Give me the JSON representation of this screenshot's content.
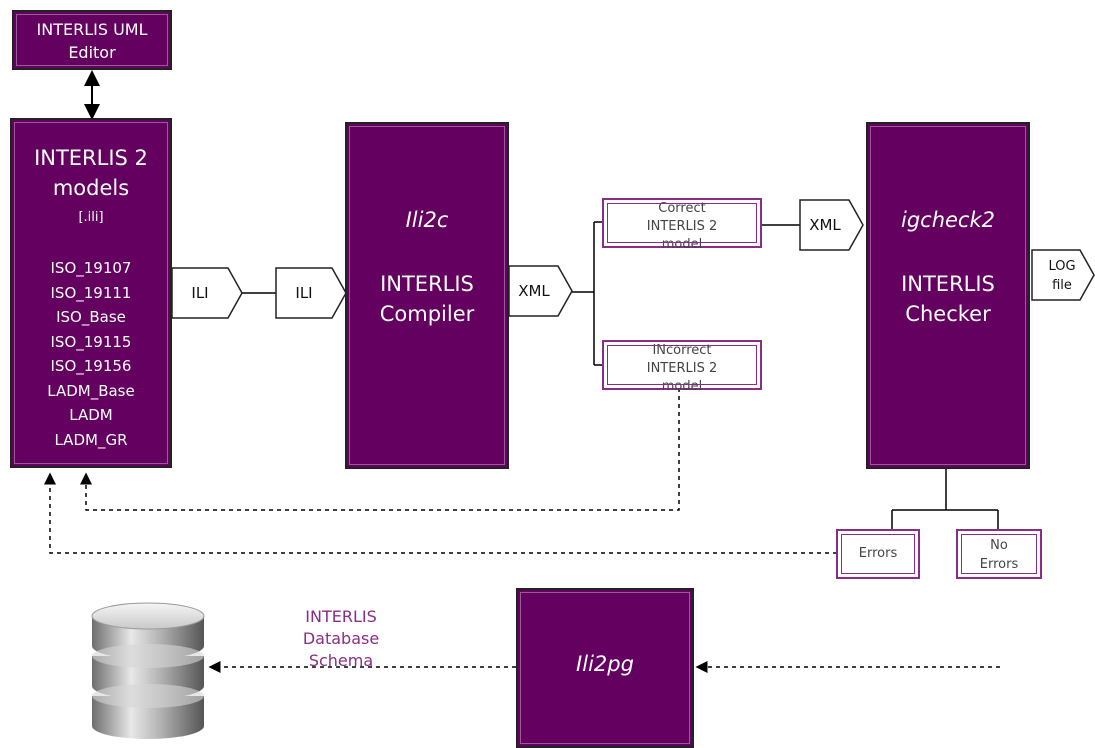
{
  "uml_editor": {
    "line1": "INTERLIS UML",
    "line2": "Editor"
  },
  "models_box": {
    "title1": "INTERLIS 2",
    "title2": "models",
    "ext": "[.ili]",
    "items": [
      "ISO_19107",
      "ISO_19111",
      "ISO_Base",
      "ISO_19115",
      "ISO_19156",
      "LADM_Base",
      "LADM",
      "LADM_GR"
    ]
  },
  "compiler_box": {
    "tool": "Ili2c",
    "line1": "INTERLIS",
    "line2": "Compiler"
  },
  "checker_box": {
    "tool": "igcheck2",
    "line1": "INTERLIS",
    "line2": "Checker"
  },
  "ili2pg_box": {
    "tool": "Ili2pg"
  },
  "tags": {
    "ili_out": "ILI",
    "ili_in": "ILI",
    "xml_out": "XML",
    "xml_in": "XML",
    "log1": "LOG",
    "log2": "file"
  },
  "results": {
    "correct": [
      "Correct",
      "INTERLIS 2",
      "model"
    ],
    "incorrect": [
      "INcorrect",
      "INTERLIS 2",
      "model"
    ],
    "errors": "Errors",
    "no_errors": [
      "No",
      "Errors"
    ]
  },
  "db_schema": [
    "INTERLIS",
    "Database",
    "Schema"
  ],
  "colors": {
    "box_fill": "#64005f",
    "accent": "#8a2d86",
    "schema_text": "#8a2d86"
  },
  "icons": {
    "database": "database-icon"
  }
}
